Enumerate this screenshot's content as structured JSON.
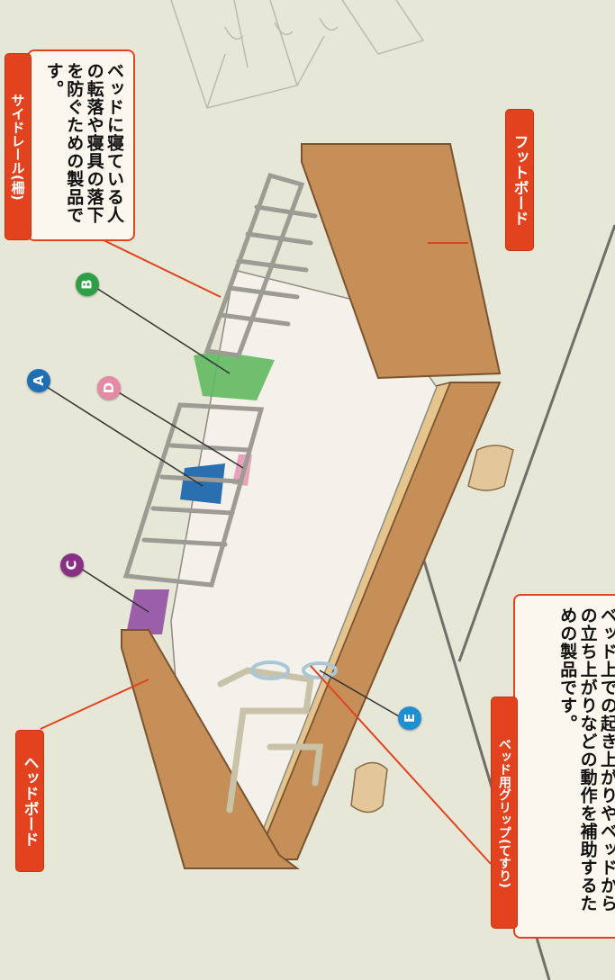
{
  "labels": {
    "side_rail": {
      "title": "サイドレール(柵)",
      "body": "ベッドに寝ている人の転落や寝具の落下を防ぐための製品です。"
    },
    "foot_board": "フットボード",
    "head_board": "ヘッドボード",
    "grip": {
      "title": "ベッド用グリップ(てすり)",
      "body": "ベッド上での起き上がりやベッドからの立ち上がりなどの動作を補助するための製品です。"
    }
  },
  "markers": [
    {
      "letter": "A",
      "color": "#1f6fb5"
    },
    {
      "letter": "B",
      "color": "#2e9e47"
    },
    {
      "letter": "C",
      "color": "#8a2f86"
    },
    {
      "letter": "D",
      "color": "#e48aa4"
    },
    {
      "letter": "E",
      "color": "#1d8fd2"
    }
  ],
  "colors": {
    "wood": "#c68f58",
    "wood_dark": "#9b6a3c",
    "mattress": "#f3f1ea",
    "zone_green": "#62b960",
    "zone_blue": "#2a6fb0",
    "zone_purple": "#9b5fa9",
    "zone_pink": "#e6a3bb",
    "callout_red": "#e2431e"
  }
}
